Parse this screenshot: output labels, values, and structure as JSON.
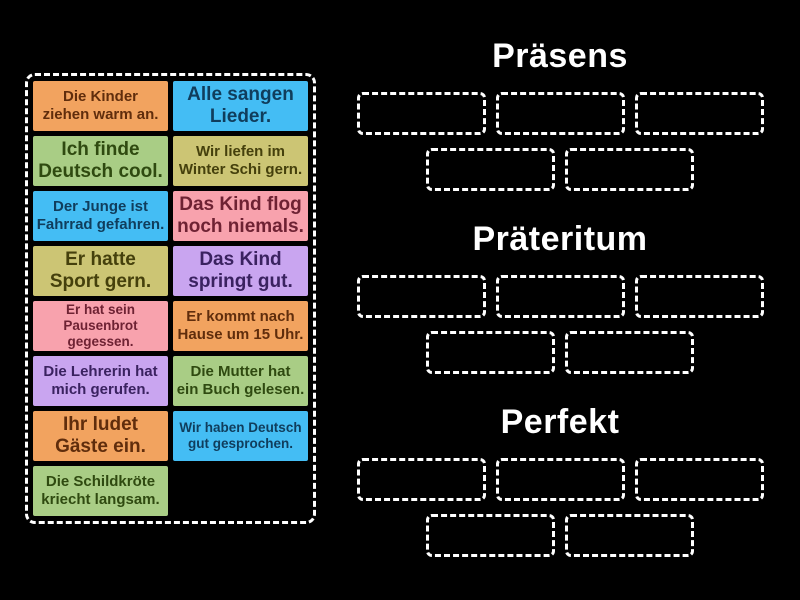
{
  "app": {
    "background": "#000000",
    "dash_color": "#FFFFFF"
  },
  "palette": {
    "orange": {
      "bg": "#F2A35F",
      "text": "#602D0C"
    },
    "blue": {
      "bg": "#44BDF4",
      "text": "#103D5C"
    },
    "green": {
      "bg": "#A9CD85",
      "text": "#2F4A10"
    },
    "khaki": {
      "bg": "#CCC574",
      "text": "#45400C"
    },
    "pink": {
      "bg": "#F8A2AD",
      "text": "#6E2233"
    },
    "purple": {
      "bg": "#C9A5F0",
      "text": "#3A2260"
    }
  },
  "word_bank": {
    "tiles": [
      {
        "label": "Die Kinder\nziehen warm an.",
        "color": "orange",
        "size": "sm"
      },
      {
        "label": "Alle sangen\nLieder.",
        "color": "blue",
        "size": "lg"
      },
      {
        "label": "Ich finde\nDeutsch cool.",
        "color": "green",
        "size": "lg"
      },
      {
        "label": "Wir liefen im\nWinter Schi gern.",
        "color": "khaki",
        "size": "sm"
      },
      {
        "label": "Der Junge ist\nFahrrad gefahren.",
        "color": "blue",
        "size": "sm"
      },
      {
        "label": "Das Kind flog\nnoch niemals.",
        "color": "pink",
        "size": "lg"
      },
      {
        "label": "Er hatte\nSport gern.",
        "color": "khaki",
        "size": "lg"
      },
      {
        "label": "Das Kind\nspringt gut.",
        "color": "purple",
        "size": "lg"
      },
      {
        "label": "Er hat sein\nPausenbrot\ngegessen.",
        "color": "pink",
        "size": "xs"
      },
      {
        "label": "Er kommt nach\nHause um 15 Uhr.",
        "color": "orange",
        "size": "sm"
      },
      {
        "label": "Die Lehrerin hat\nmich gerufen.",
        "color": "purple",
        "size": "sm"
      },
      {
        "label": "Die Mutter hat\nein Buch gelesen.",
        "color": "green",
        "size": "sm"
      },
      {
        "label": "Ihr ludet\nGäste ein.",
        "color": "orange",
        "size": "lg"
      },
      {
        "label": "Wir haben Deutsch\ngut gesprochen.",
        "color": "blue",
        "size": "xs"
      },
      {
        "label": "Die Schildkröte\nkriecht langsam.",
        "color": "green",
        "size": "sm"
      }
    ]
  },
  "groups": [
    {
      "id": "praesens",
      "title": "Präsens",
      "slot_rows": [
        3,
        2
      ]
    },
    {
      "id": "praeteritum",
      "title": "Präteritum",
      "slot_rows": [
        3,
        2
      ]
    },
    {
      "id": "perfekt",
      "title": "Perfekt",
      "slot_rows": [
        3,
        2
      ]
    }
  ]
}
